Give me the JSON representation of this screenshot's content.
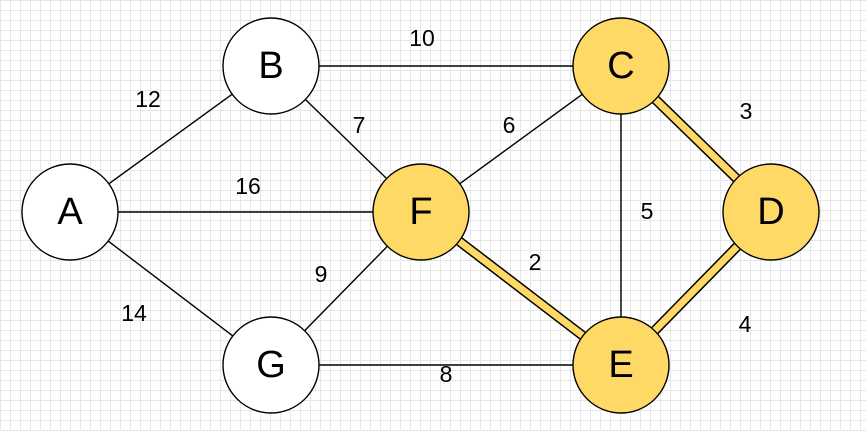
{
  "colors": {
    "highlight": "#ffd966",
    "plain": "#ffffff",
    "stroke": "#000000"
  },
  "nodes": [
    {
      "id": "A",
      "label": "A",
      "highlighted": false
    },
    {
      "id": "B",
      "label": "B",
      "highlighted": false
    },
    {
      "id": "C",
      "label": "C",
      "highlighted": true
    },
    {
      "id": "D",
      "label": "D",
      "highlighted": true
    },
    {
      "id": "E",
      "label": "E",
      "highlighted": true
    },
    {
      "id": "F",
      "label": "F",
      "highlighted": true
    },
    {
      "id": "G",
      "label": "G",
      "highlighted": false
    }
  ],
  "edges": [
    {
      "from": "A",
      "to": "B",
      "weight": "12",
      "highlighted": false
    },
    {
      "from": "A",
      "to": "F",
      "weight": "16",
      "highlighted": false
    },
    {
      "from": "A",
      "to": "G",
      "weight": "14",
      "highlighted": false
    },
    {
      "from": "B",
      "to": "C",
      "weight": "10",
      "highlighted": false
    },
    {
      "from": "B",
      "to": "F",
      "weight": "7",
      "highlighted": false
    },
    {
      "from": "G",
      "to": "F",
      "weight": "9",
      "highlighted": false
    },
    {
      "from": "G",
      "to": "E",
      "weight": "8",
      "highlighted": false
    },
    {
      "from": "F",
      "to": "C",
      "weight": "6",
      "highlighted": false
    },
    {
      "from": "C",
      "to": "E",
      "weight": "5",
      "highlighted": false
    },
    {
      "from": "F",
      "to": "E",
      "weight": "2",
      "highlighted": true
    },
    {
      "from": "C",
      "to": "D",
      "weight": "3",
      "highlighted": true
    },
    {
      "from": "E",
      "to": "D",
      "weight": "4",
      "highlighted": true
    }
  ]
}
